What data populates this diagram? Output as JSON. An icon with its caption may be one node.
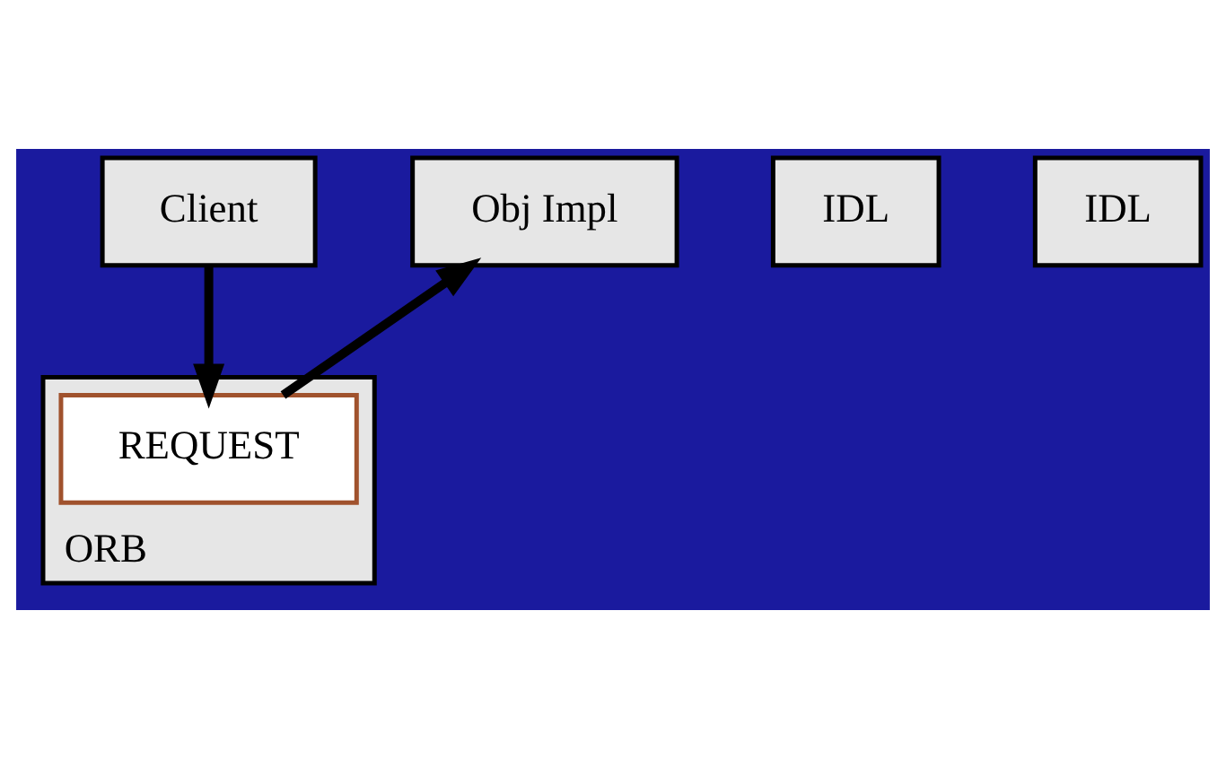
{
  "diagram": {
    "nodes": [
      {
        "text": [
          "Client"
        ]
      },
      {
        "text": [
          "Obj Impl"
        ]
      },
      {
        "text": [
          "ORB"
        ]
      },
      {
        "text": [
          "IDL"
        ]
      },
      {
        "text": [
          "IDL"
        ]
      },
      {
        "text": [
          "REQUEST"
        ],
        "in": 2
      }
    ],
    "edges": [
      {
        "from": 0,
        "to": 5,
        "arrow": "to"
      },
      {
        "from": 5,
        "to": 1,
        "arrow": "to"
      }
    ]
  }
}
